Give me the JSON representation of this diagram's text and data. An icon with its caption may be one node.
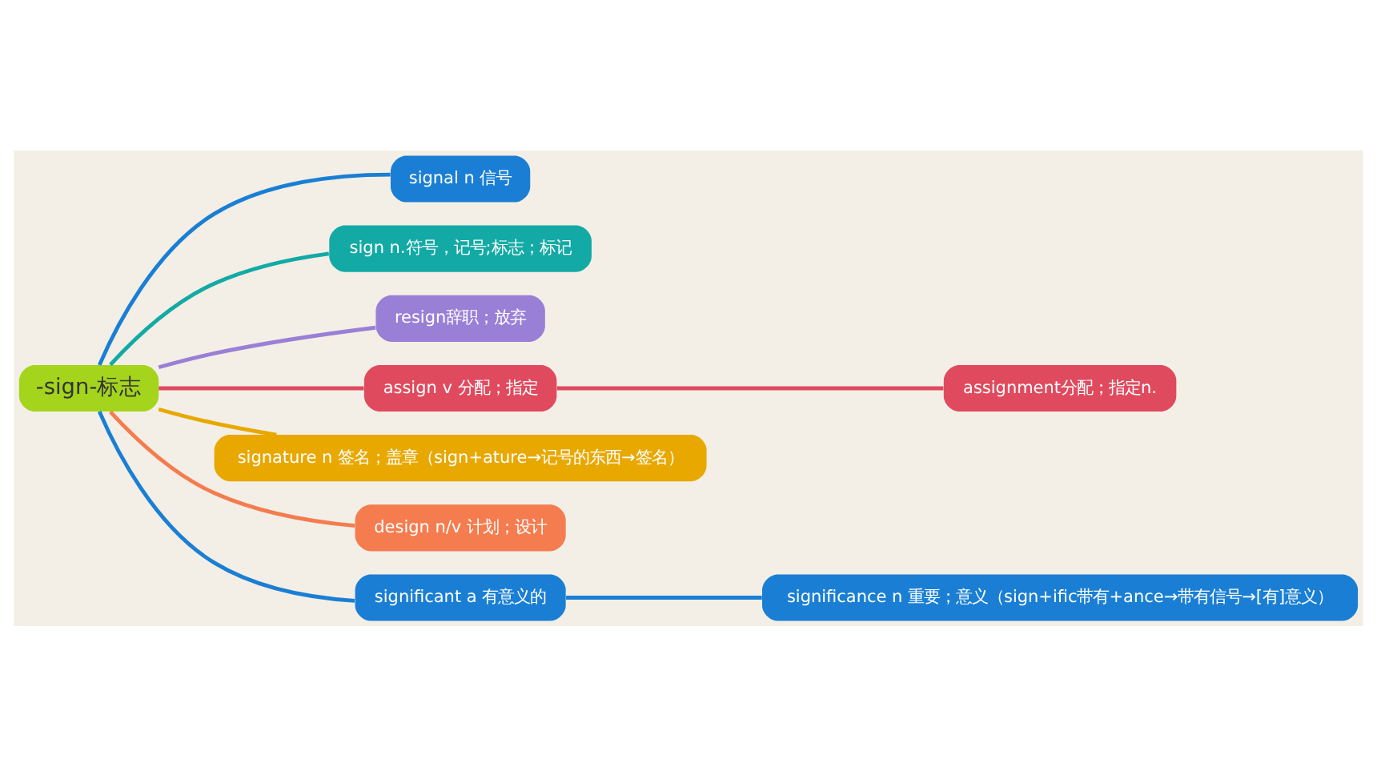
{
  "diagram": {
    "nodes": [
      {
        "text": [
          "-sign-标志"
        ]
      },
      {
        "text": [
          "signal n 信号"
        ]
      },
      {
        "text": [
          "sign n.符号，记号;标志；标记"
        ]
      },
      {
        "text": [
          "resign辞职；放弃"
        ]
      },
      {
        "text": [
          "assign v 分配；指定"
        ]
      },
      {
        "text": [
          "assignment分配；指定n."
        ]
      },
      {
        "text": [
          "signature n 签名；盖章（sign+ature→记号的东西→签名）"
        ]
      },
      {
        "text": [
          "design n/v 计划；设计"
        ]
      },
      {
        "text": [
          "significant a 有意义的"
        ]
      },
      {
        "text": [
          "significance n 重要；意义（sign+ific带有+ance→带有信号→[有]意义）"
        ]
      }
    ],
    "edges": [
      {
        "from": 0,
        "to": 1,
        "arrow": "none",
        "color": "#1a7fd4"
      },
      {
        "from": 0,
        "to": 2,
        "arrow": "none",
        "color": "#13aaa5"
      },
      {
        "from": 0,
        "to": 3,
        "arrow": "none",
        "color": "#9a7fd6"
      },
      {
        "from": 0,
        "to": 4,
        "arrow": "none",
        "color": "#e04a5e"
      },
      {
        "from": 4,
        "to": 5,
        "arrow": "none",
        "color": "#e04a5e"
      },
      {
        "from": 0,
        "to": 6,
        "arrow": "none",
        "color": "#e8a800"
      },
      {
        "from": 0,
        "to": 7,
        "arrow": "none",
        "color": "#f47c4f"
      },
      {
        "from": 0,
        "to": 8,
        "arrow": "none",
        "color": "#1a7fd4"
      },
      {
        "from": 8,
        "to": 9,
        "arrow": "none",
        "color": "#1a7fd4"
      }
    ]
  }
}
